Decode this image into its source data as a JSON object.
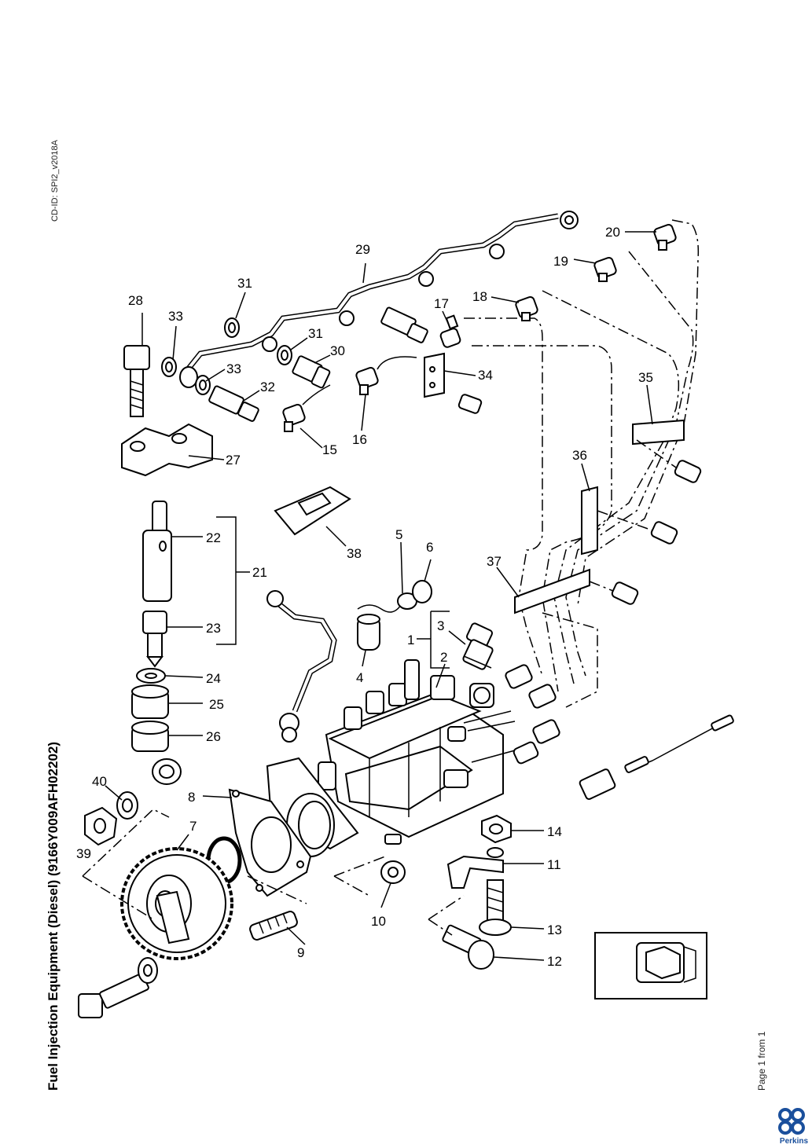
{
  "document": {
    "title": "Fuel Injection Equipment (Diesel) (9166Y009AFH02202)",
    "cd_id": "CD-ID: SPI2_v2018A",
    "page_info": "Page 1 from 1",
    "brand": "Perkins",
    "brand_color": "#1a4f9c"
  },
  "callouts": [
    "1",
    "2",
    "3",
    "4",
    "5",
    "6",
    "7",
    "8",
    "9",
    "10",
    "11",
    "12",
    "13",
    "14",
    "15",
    "16",
    "17",
    "18",
    "19",
    "20",
    "21",
    "22",
    "23",
    "24",
    "25",
    "26",
    "27",
    "28",
    "29",
    "30",
    "31",
    "31",
    "32",
    "33",
    "33",
    "34",
    "35",
    "36",
    "37",
    "38",
    "39",
    "40"
  ]
}
